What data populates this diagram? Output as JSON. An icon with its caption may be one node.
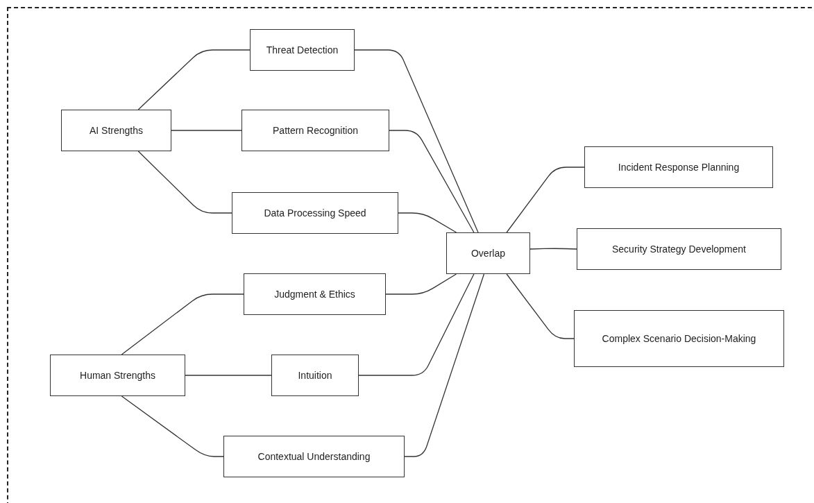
{
  "diagram": {
    "nodes": [
      {
        "text": [
          "AI Strengths"
        ]
      },
      {
        "text": [
          "Threat Detection"
        ]
      },
      {
        "text": [
          "Pattern Recognition"
        ]
      },
      {
        "text": [
          "Data Processing Speed"
        ]
      },
      {
        "text": [
          "Overlap"
        ]
      },
      {
        "text": [
          "Judgment & Ethics"
        ]
      },
      {
        "text": [
          "Human Strengths"
        ]
      },
      {
        "text": [
          "Intuition"
        ]
      },
      {
        "text": [
          "Contextual Understanding"
        ]
      },
      {
        "text": [
          "Incident Response Planning"
        ]
      },
      {
        "text": [
          "Security Strategy Development"
        ]
      },
      {
        "text": [
          "Complex Scenario Decision-Making"
        ]
      }
    ],
    "edges": [
      {
        "from": 0,
        "to": 1,
        "arrow": "none"
      },
      {
        "from": 0,
        "to": 2,
        "arrow": "none"
      },
      {
        "from": 0,
        "to": 3,
        "arrow": "none"
      },
      {
        "from": 1,
        "to": 4,
        "arrow": "none"
      },
      {
        "from": 2,
        "to": 4,
        "arrow": "none"
      },
      {
        "from": 3,
        "to": 4,
        "arrow": "none"
      },
      {
        "from": 6,
        "to": 5,
        "arrow": "none"
      },
      {
        "from": 6,
        "to": 7,
        "arrow": "none"
      },
      {
        "from": 6,
        "to": 8,
        "arrow": "none"
      },
      {
        "from": 5,
        "to": 4,
        "arrow": "none"
      },
      {
        "from": 7,
        "to": 4,
        "arrow": "none"
      },
      {
        "from": 8,
        "to": 4,
        "arrow": "none"
      },
      {
        "from": 4,
        "to": 9,
        "arrow": "none"
      },
      {
        "from": 4,
        "to": 10,
        "arrow": "none"
      },
      {
        "from": 4,
        "to": 11,
        "arrow": "none"
      }
    ]
  }
}
